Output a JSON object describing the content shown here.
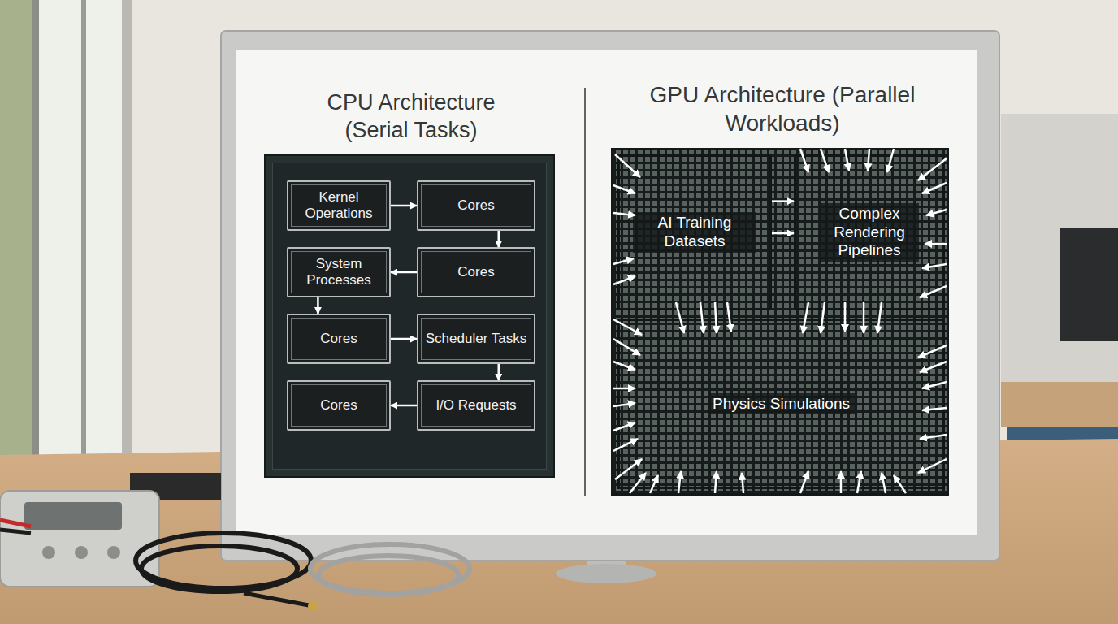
{
  "diagram": {
    "nodes": [
      {
        "text": [
          "CPU Architecture (Serial Tasks)"
        ]
      },
      {
        "text": [
          "Kernel Operations"
        ],
        "in": 0
      },
      {
        "text": [
          "Cores"
        ],
        "in": 0
      },
      {
        "text": [
          "System Processes"
        ],
        "in": 0
      },
      {
        "text": [
          "Cores"
        ],
        "in": 0
      },
      {
        "text": [
          "Cores"
        ],
        "in": 0
      },
      {
        "text": [
          "Scheduler Tasks"
        ],
        "in": 0
      },
      {
        "text": [
          "Cores"
        ],
        "in": 0
      },
      {
        "text": [
          "I/O Requests"
        ],
        "in": 0
      },
      {
        "text": [
          "GPU Architecture (Parallel Workloads)"
        ]
      },
      {
        "text": [
          "AI Training Datasets"
        ],
        "in": 9
      },
      {
        "text": [
          "Complex Rendering Pipelines"
        ],
        "in": 9
      },
      {
        "text": [
          "Physics Simulations"
        ],
        "in": 9
      }
    ],
    "edges": [
      {
        "from": 1,
        "to": 2,
        "arrow": "to"
      },
      {
        "from": 2,
        "to": 4,
        "arrow": "to"
      },
      {
        "from": 4,
        "to": 3,
        "arrow": "to"
      },
      {
        "from": 3,
        "to": 5,
        "arrow": "to"
      },
      {
        "from": 5,
        "to": 6,
        "arrow": "to"
      },
      {
        "from": 6,
        "to": 8,
        "arrow": "to"
      },
      {
        "from": 8,
        "to": 7,
        "arrow": "to"
      },
      {
        "from": 10,
        "to": 11,
        "arrow": "to"
      },
      {
        "from": 10,
        "to": 11,
        "arrow": "to"
      }
    ]
  }
}
